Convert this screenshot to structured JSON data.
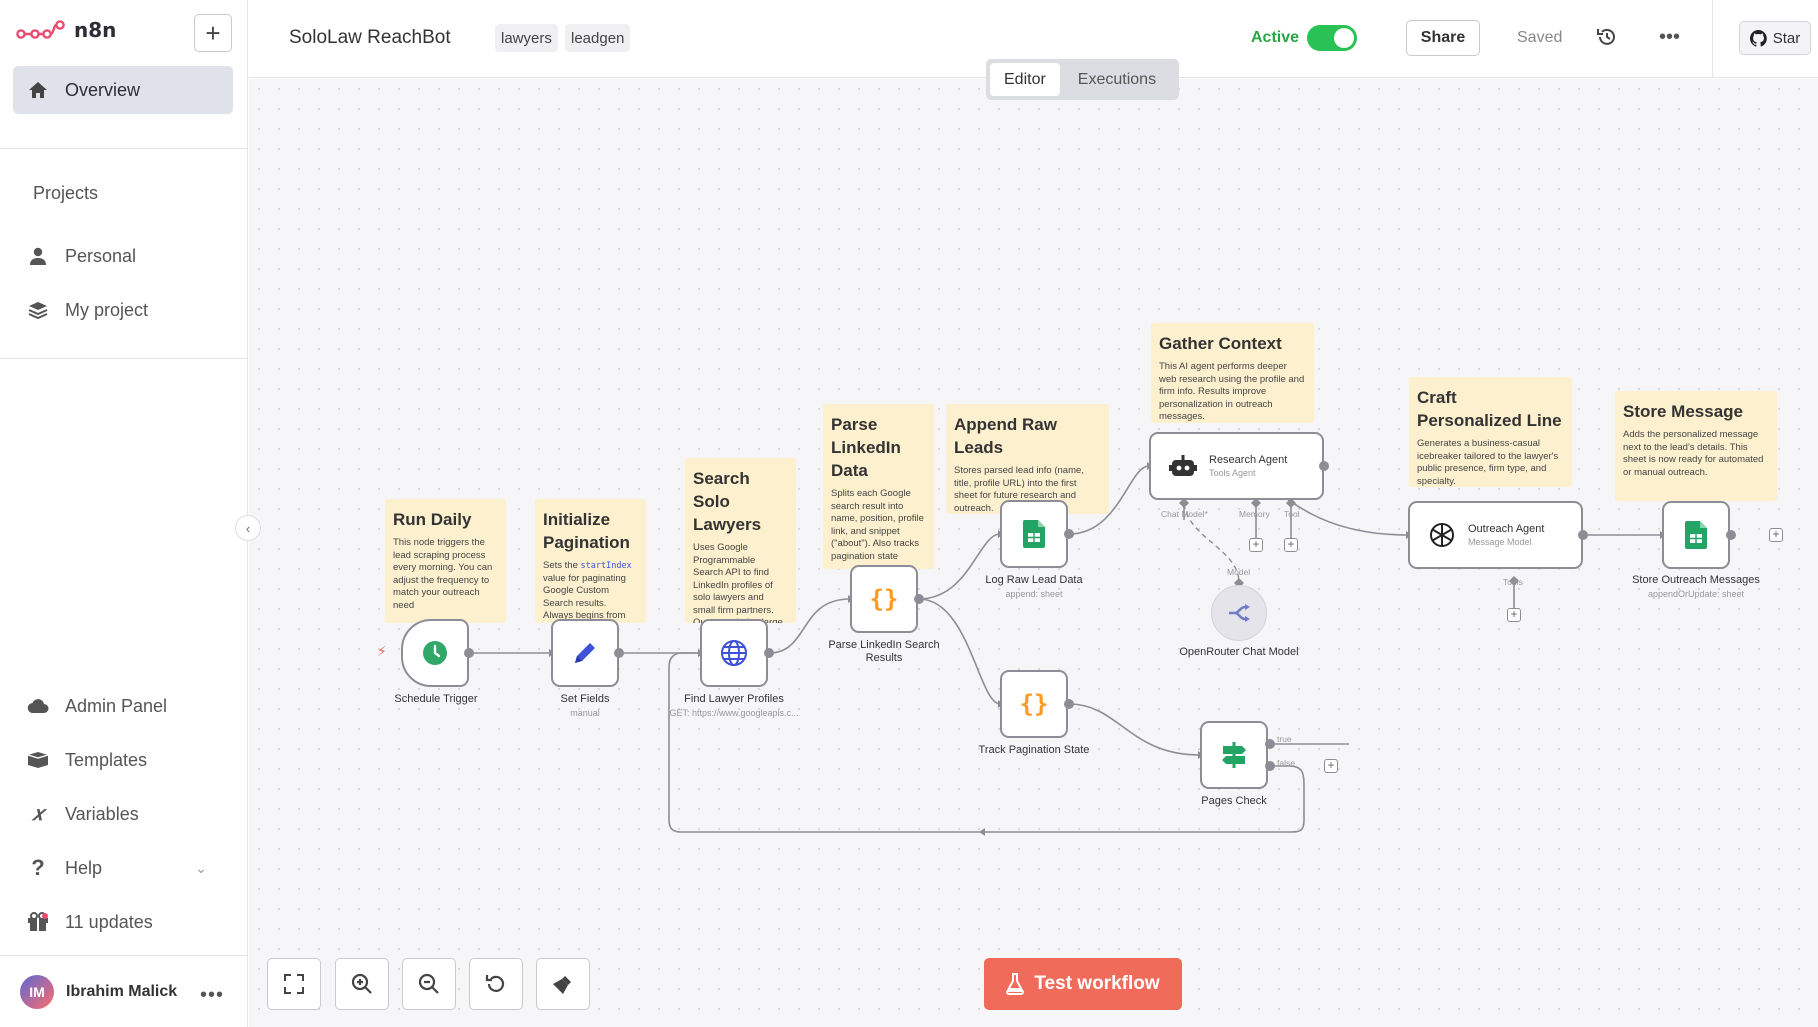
{
  "app": {
    "name": "n8n"
  },
  "sidebar": {
    "overview_label": "Overview",
    "projects_label": "Projects",
    "projects": [
      {
        "label": "Personal"
      },
      {
        "label": "My project"
      }
    ],
    "bottom": [
      {
        "label": "Admin Panel"
      },
      {
        "label": "Templates"
      },
      {
        "label": "Variables"
      },
      {
        "label": "Help"
      },
      {
        "label": "11 updates"
      }
    ],
    "user": {
      "initials": "IM",
      "name": "Ibrahim Malick"
    }
  },
  "header": {
    "workflow_name": "SoloLaw ReachBot",
    "tags": [
      "lawyers",
      "leadgen"
    ],
    "active_label": "Active",
    "active": true,
    "share_label": "Share",
    "saved_label": "Saved",
    "star_label": "Star",
    "tabs": [
      {
        "label": "Editor",
        "active": true
      },
      {
        "label": "Executions",
        "active": false
      }
    ]
  },
  "stickies": {
    "run_daily": {
      "title": "Run Daily",
      "body": "This node triggers the lead scraping process every morning. You can adjust the frequency to match your outreach need"
    },
    "init_pagination": {
      "title": "Initialize Pagination",
      "body_pre": "Sets the ",
      "body_code": "startIndex",
      "body_post": " value for paginating Google Custom Search results. Always begins from"
    },
    "search_solo": {
      "title": "Search Solo Lawyers",
      "body": "Uses Google Programmable Search API to find LinkedIn profiles of solo lawyers and small firm partners. Query excludes large firms and"
    },
    "parse_linkedin": {
      "title": "Parse LinkedIn Data",
      "body": "Splits each Google search result into name, position, profile link, and snippet (\"about\"). Also tracks pagination state"
    },
    "append_raw": {
      "title": "Append Raw Leads",
      "body": "Stores parsed lead info (name, title, profile URL) into the first sheet for future research and outreach."
    },
    "gather_context": {
      "title": "Gather Context",
      "body": "This AI agent performs deeper web research using the profile and firm info. Results improve personalization in outreach messages."
    },
    "craft_line": {
      "title": "Craft Personalized Line",
      "body": "Generates a business-casual icebreaker tailored to the lawyer's public presence, firm type, and specialty."
    },
    "store_message": {
      "title": "Store Message",
      "body": "Adds the personalized message next to the lead's details. This sheet is now ready for automated or manual outreach."
    }
  },
  "nodes": {
    "schedule": {
      "label": "Schedule Trigger"
    },
    "set_fields": {
      "label": "Set Fields",
      "sub": "manual"
    },
    "find_lawyers": {
      "label": "Find Lawyer Profiles",
      "sub": "GET: https://www.googleapis.c..."
    },
    "parse": {
      "label": "Parse LinkedIn Search Results"
    },
    "log_raw": {
      "label": "Log Raw Lead Data",
      "sub": "append: sheet"
    },
    "track": {
      "label": "Track Pagination State"
    },
    "research": {
      "label": "Research Agent",
      "sub": "Tools Agent",
      "ports": [
        "Chat Model*",
        "Memory",
        "Tool"
      ]
    },
    "openrouter": {
      "label": "OpenRouter Chat Model",
      "port": "Model"
    },
    "pages_check": {
      "label": "Pages Check",
      "true": "true",
      "false": "false"
    },
    "outreach": {
      "label": "Outreach Agent",
      "sub": "Message Model",
      "port": "Tools"
    },
    "store": {
      "label": "Store Outreach Messages",
      "sub": "appendOrUpdate: sheet"
    }
  },
  "footer": {
    "test_label": "Test workflow"
  },
  "colors": {
    "accent": "#f06b5a",
    "active": "#29c254",
    "sticky": "#fdf0cf",
    "sheets": "#21a464",
    "code": "#ff9a1f",
    "http": "#3f51d6"
  }
}
